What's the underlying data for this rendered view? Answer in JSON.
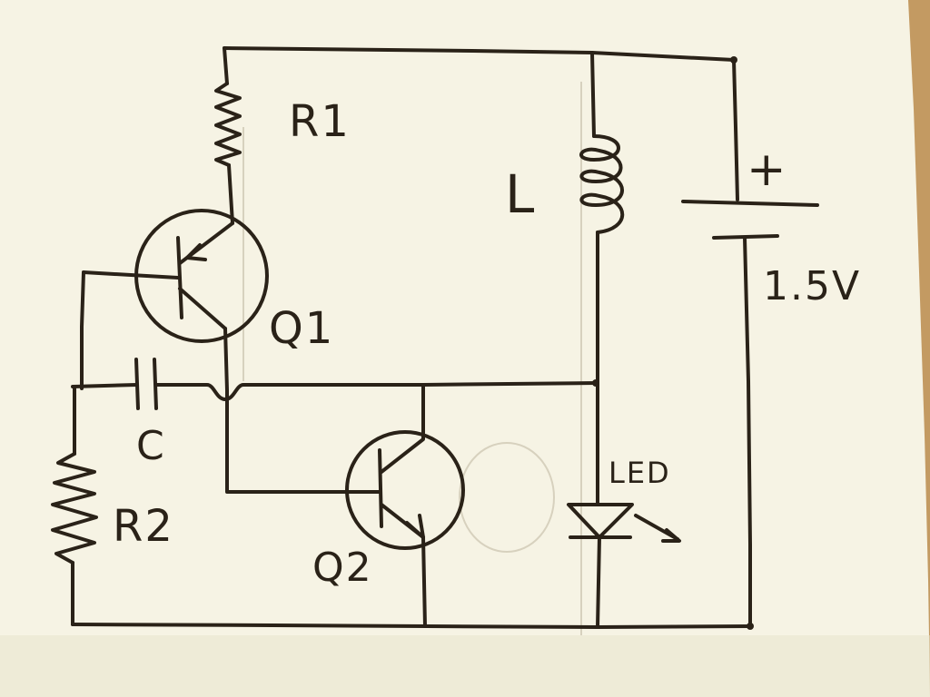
{
  "colors": {
    "paper": "#f6f3e4",
    "paper_shadow": "#e8e3cc",
    "wood": "#c39a62",
    "ink": "#2a2218",
    "pencil": "#cfc8b4"
  },
  "labels": {
    "r1": "R1",
    "r2": "R2",
    "q1": "Q1",
    "q2": "Q2",
    "c": "C",
    "l": "L",
    "battery_plus": "+",
    "battery_voltage": "1.5V",
    "led": "LED"
  }
}
